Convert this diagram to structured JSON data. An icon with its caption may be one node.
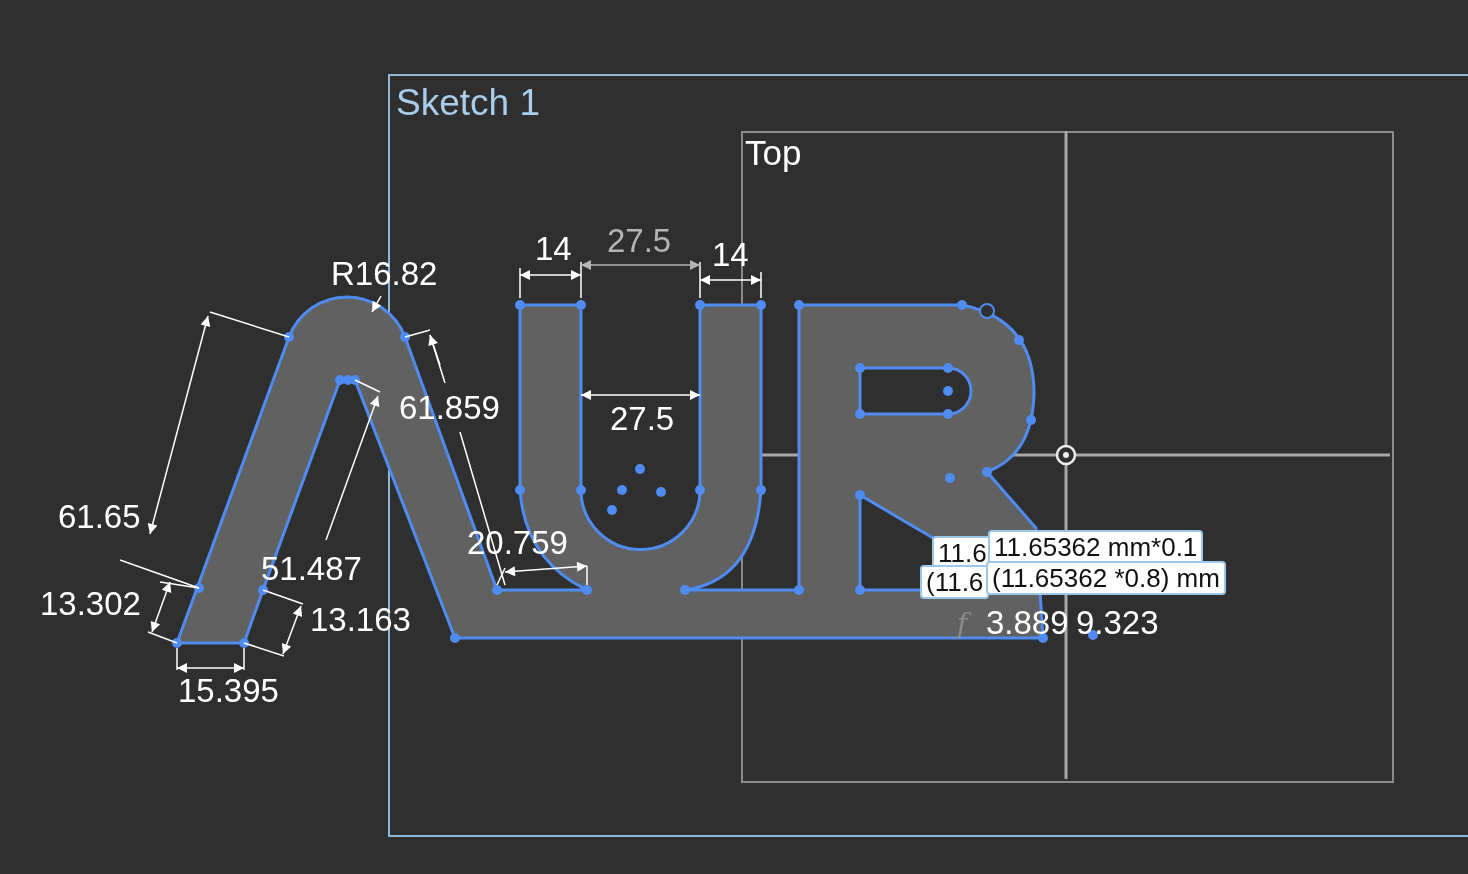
{
  "diagram": {
    "nodes": [
      {
        "text": [
          "Sketch 1"
        ]
      },
      {
        "text": [
          "Top"
        ],
        "in": 0
      }
    ],
    "labels": [
      "R16.82",
      "14",
      "27.5",
      "14",
      "27.5",
      "61.859",
      "61.65",
      "51.487",
      "13.302",
      "13.163",
      "15.395",
      "20.759",
      "11.6",
      "11.65362 mm*0.1",
      "(11.6",
      "(11.65362 *0.8) mm",
      "f",
      "3.889",
      "9.323"
    ]
  }
}
